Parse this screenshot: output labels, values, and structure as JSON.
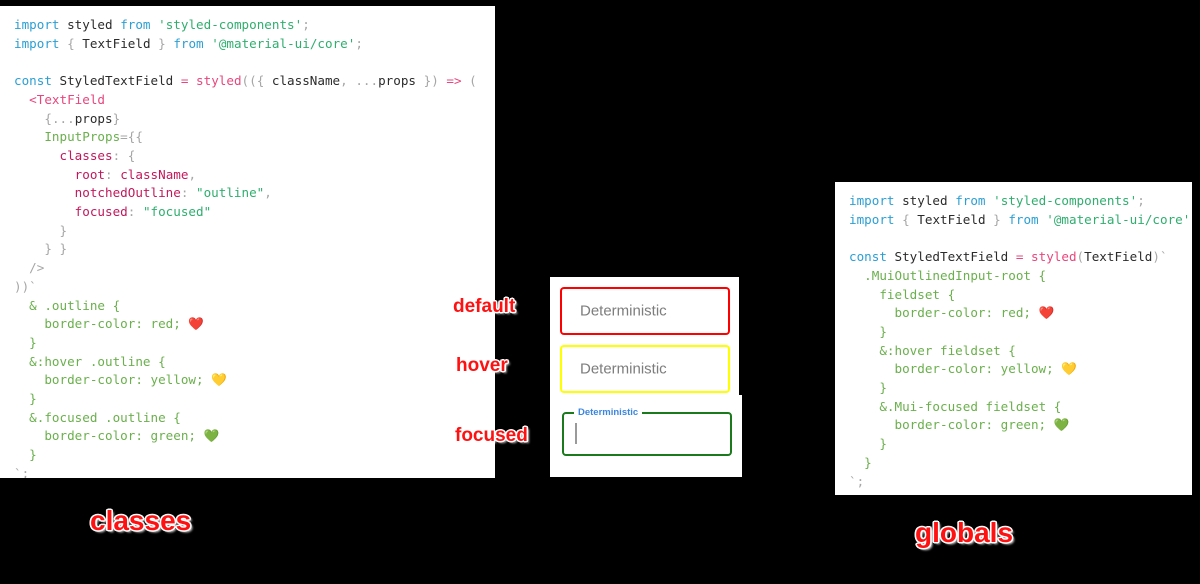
{
  "background_color": "#000000",
  "panels": {
    "left": {
      "name": "classes-code-panel",
      "background": "#ffffff",
      "code_lines": [
        "import styled from 'styled-components';",
        "import { TextField } from '@material-ui/core';",
        "",
        "const StyledTextField = styled(({ className, ...props }) => (",
        "  <TextField",
        "    {...props}",
        "    InputProps={{",
        "      classes: {",
        "        root: className,",
        "        notchedOutline: \"outline\",",
        "        focused: \"focused\"",
        "      }",
        "    } }",
        "  />",
        "))`",
        "  & .outline {",
        "    border-color: red; ❤️",
        "  }",
        "  &:hover .outline {",
        "    border-color: yellow; 💛",
        "  }",
        "  &.focused .outline {",
        "    border-color: green; 💚",
        "  }",
        "`;"
      ]
    },
    "right": {
      "name": "globals-code-panel",
      "background": "#ffffff",
      "code_lines": [
        "import styled from 'styled-components';",
        "import { TextField } from '@material-ui/core';",
        "",
        "const StyledTextField = styled(TextField)`",
        "  .MuiOutlinedInput-root {",
        "    fieldset {",
        "      border-color: red; ❤️",
        "    }",
        "    &:hover fieldset {",
        "      border-color: yellow; 💛",
        "    }",
        "    &.Mui-focused fieldset {",
        "      border-color: green; 💚",
        "    }",
        "  }",
        "`;"
      ]
    }
  },
  "demo": {
    "name": "textfield-states-preview",
    "fields": [
      {
        "state": "default",
        "label": "Deterministic",
        "border_color": "#ff0000",
        "label_color": "#7d7d7d",
        "notched": false
      },
      {
        "state": "hover",
        "label": "Deterministic",
        "border_color": "#ffff00",
        "label_color": "#7d7d7d",
        "notched": false
      },
      {
        "state": "focused",
        "label": "Deterministic",
        "border_color": "#1b7a1b",
        "label_color": "#3b86e0",
        "notched": true,
        "has_caret": true
      }
    ]
  },
  "annotations": {
    "color": "#ff1111",
    "state_default": "default",
    "state_hover": "hover",
    "state_focused": "focused",
    "left_caption": "classes",
    "right_caption": "globals"
  },
  "syntax_colors": {
    "keyword": "#2b9fd4",
    "string": "#2fae6e",
    "function": "#e8467c",
    "property": "#c2185b",
    "css": "#6ab04c",
    "punct": "#a6a6a6",
    "plain": "#2b2b2b"
  }
}
